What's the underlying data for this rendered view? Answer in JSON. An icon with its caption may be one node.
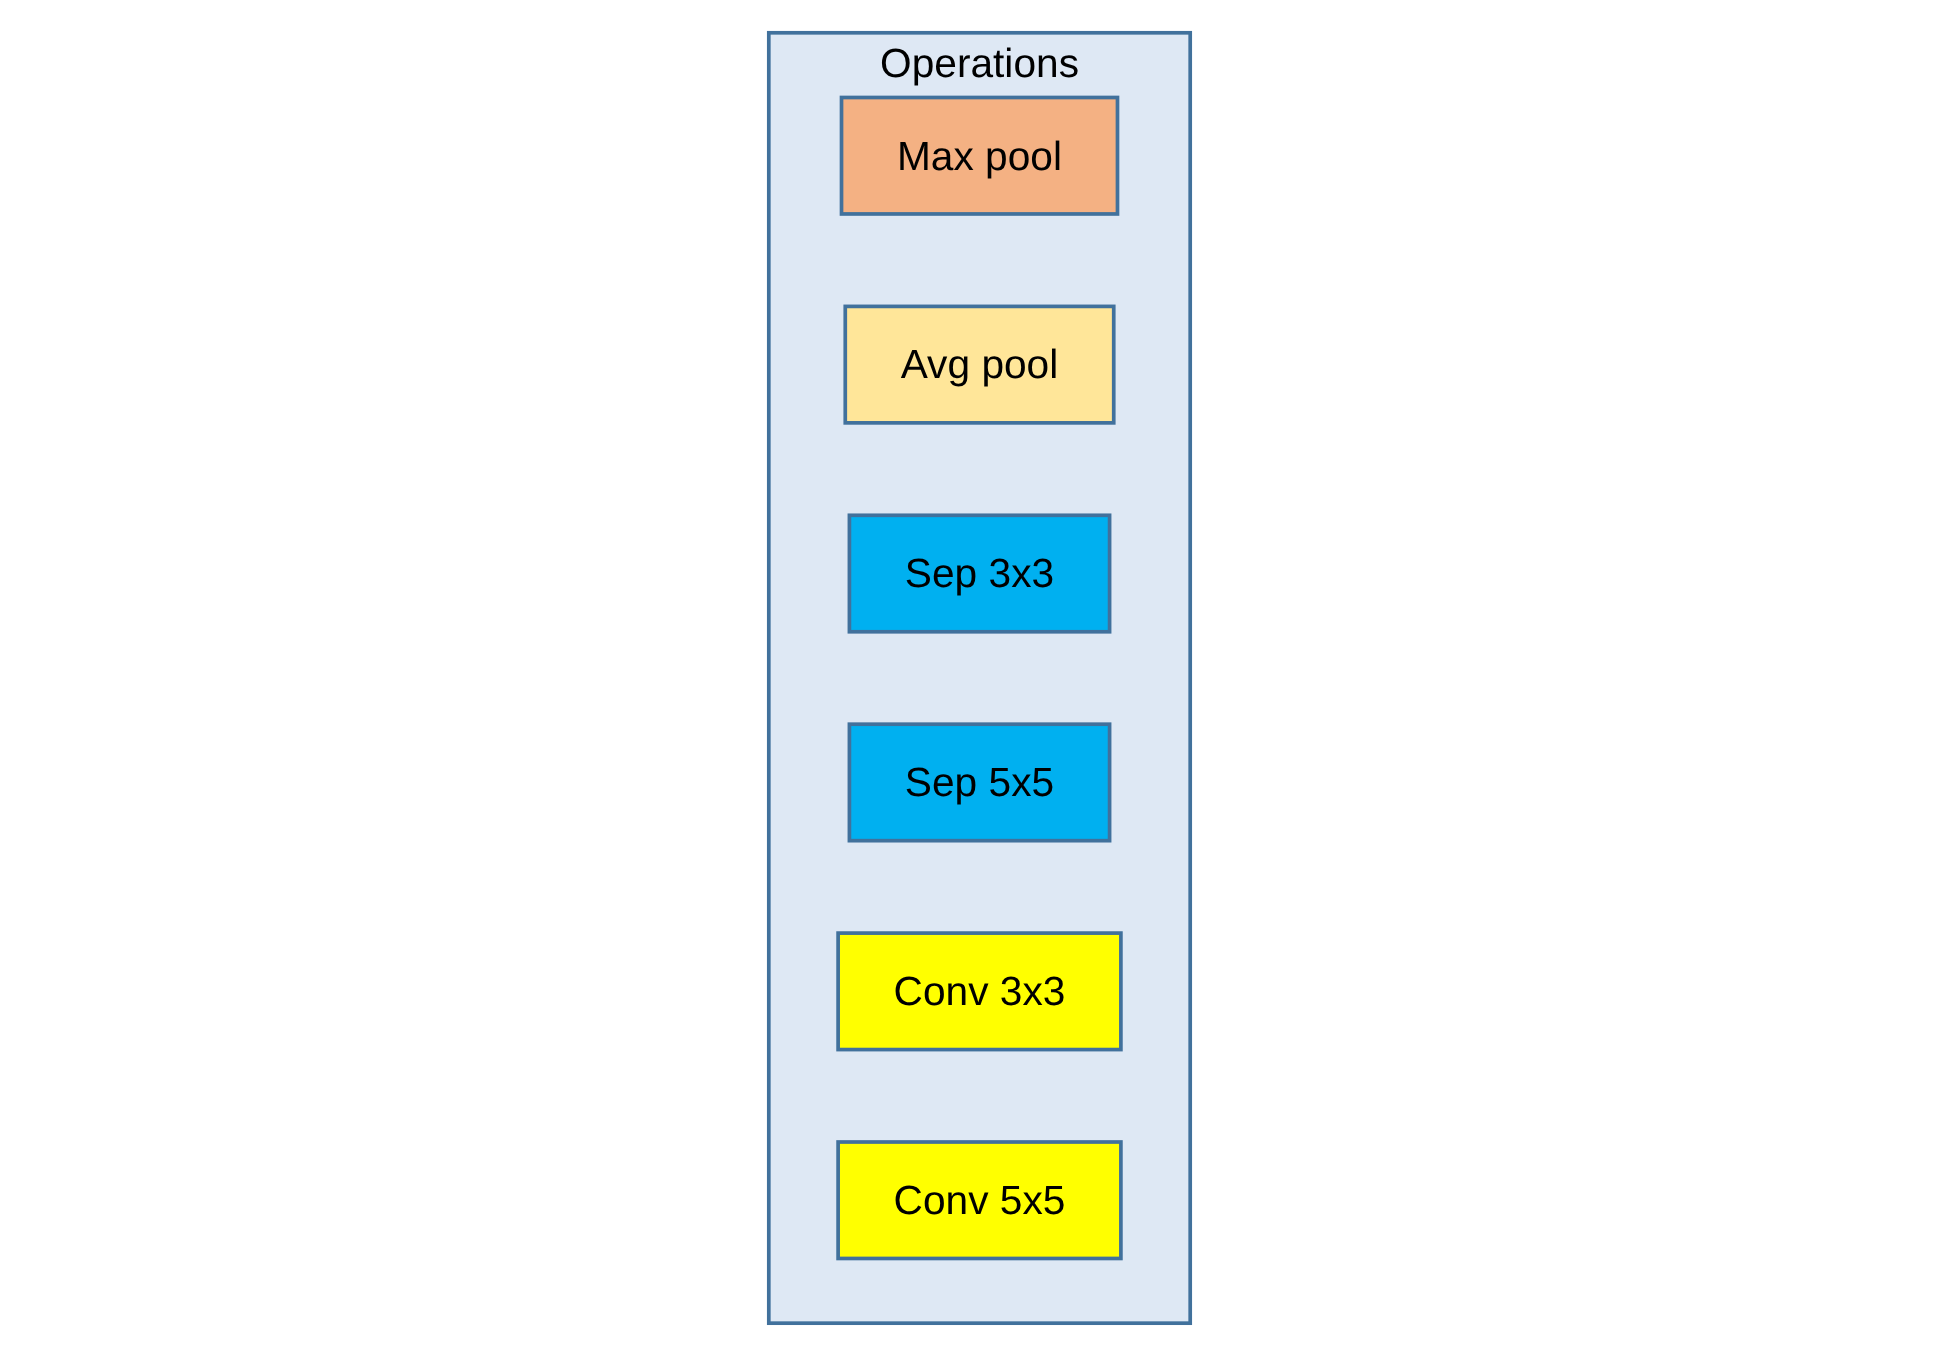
{
  "diagram": {
    "nodes": [
      {
        "text": [
          "Operations"
        ]
      },
      {
        "text": [
          "Max pool"
        ],
        "in": 0
      },
      {
        "text": [
          "Avg pool"
        ],
        "in": 0
      },
      {
        "text": [
          "Sep 3x3"
        ],
        "in": 0
      },
      {
        "text": [
          "Sep 5x5"
        ],
        "in": 0
      },
      {
        "text": [
          "Conv 3x3"
        ],
        "in": 0
      },
      {
        "text": [
          "Conv 5x5"
        ],
        "in": 0
      }
    ]
  }
}
